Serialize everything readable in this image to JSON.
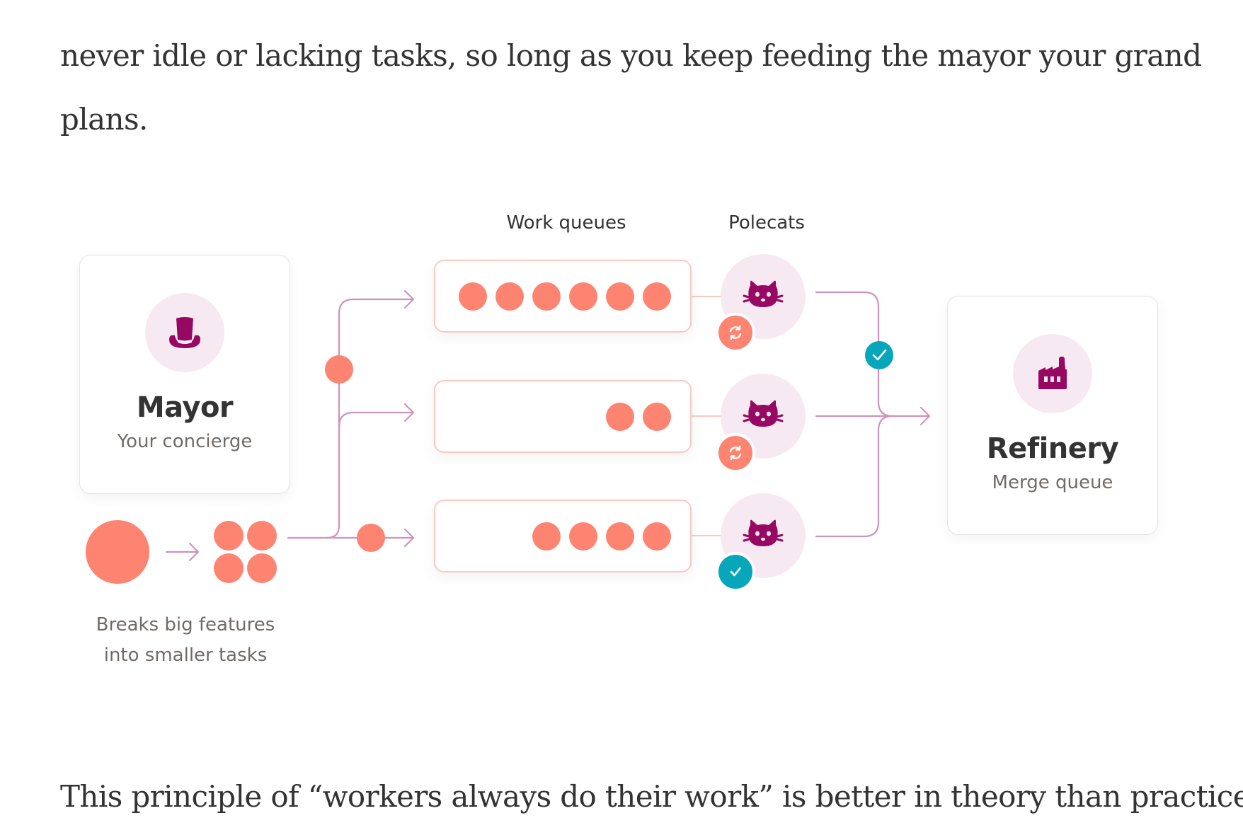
{
  "article": {
    "paragraph_before": [
      "never idle or lacking tasks, so long as you keep feeding the mayor your grand",
      "plans."
    ],
    "paragraph_after": "This principle of “workers always do their work” is better in theory than practice."
  },
  "diagram": {
    "colors": {
      "task_dot": "#fd8471",
      "connector": "#cf92bd",
      "queue_border": "#fdc8bf",
      "icon_bg": "#f6e9f1",
      "icon_fg": "#970863",
      "status_working": "#fd8471",
      "status_done": "#08a6bb"
    },
    "mayor": {
      "title": "Mayor",
      "subtitle": "Your concierge",
      "icon": "top-hat-icon"
    },
    "decompose": {
      "caption_line1": "Breaks big features",
      "caption_line2": "into smaller tasks",
      "big_tasks": 1,
      "small_tasks": 4
    },
    "columns": {
      "queues_label": "Work queues",
      "polecats_label": "Polecats"
    },
    "queues": [
      {
        "name": "queue-1",
        "task_count": 6
      },
      {
        "name": "queue-2",
        "task_count": 2
      },
      {
        "name": "queue-3",
        "task_count": 4
      }
    ],
    "polecats": [
      {
        "icon": "cat-icon",
        "status": "working",
        "status_icon": "refresh-icon"
      },
      {
        "icon": "cat-icon",
        "status": "working",
        "status_icon": "refresh-icon"
      },
      {
        "icon": "cat-icon",
        "status": "done",
        "status_icon": "check-icon"
      }
    ],
    "in_flight_tasks": [
      {
        "location": "dispatch-trunk"
      },
      {
        "location": "queue-3-inbound"
      }
    ],
    "merge_check": {
      "status": "done",
      "status_icon": "check-icon"
    },
    "refinery": {
      "title": "Refinery",
      "subtitle": "Merge queue",
      "icon": "factory-icon"
    }
  }
}
